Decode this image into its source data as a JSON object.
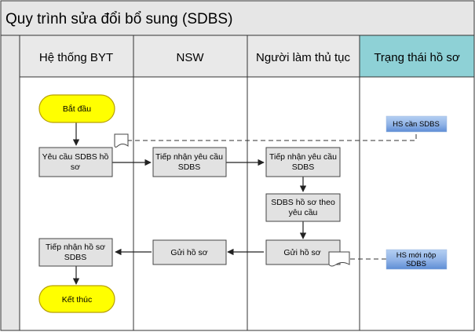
{
  "title": "Quy trình sửa đổi bổ sung (SDBS)",
  "lanes": [
    {
      "label": "Hệ thống BYT"
    },
    {
      "label": "NSW"
    },
    {
      "label": "Người làm thủ tục"
    },
    {
      "label": "Trạng thái hồ sơ"
    }
  ],
  "nodes": {
    "start": "Bắt đầu",
    "request_l1": "Yêu cầu SDBS hồ",
    "request_l2": "sơ",
    "nsw_receive_l1": "Tiếp nhận yêu cầu",
    "nsw_receive_l2": "SDBS",
    "user_receive_l1": "Tiếp nhận yêu cầu",
    "user_receive_l2": "SDBS",
    "amend_l1": "SDBS hồ sơ theo",
    "amend_l2": "yêu cầu",
    "user_send": "Gửi hồ sơ",
    "nsw_send": "Gửi hồ sơ",
    "byt_receive_l1": "Tiếp nhận hồ sơ",
    "byt_receive_l2": "SDBS",
    "end": "Kết thúc"
  },
  "statuses": {
    "needs_sdbs": "HS cần SDBS",
    "new_l1": "HS mới nộp",
    "new_l2": "SDBS"
  },
  "colors": {
    "terminator_fill": "#ffff00",
    "terminator_stroke": "#b8a000",
    "process_fill": "#e2e2e2",
    "lane_header_fill": "#e9e9e9",
    "status_header_fill": "#8ed1d6",
    "status_chip_top": "#a8c6ee",
    "status_chip_bottom": "#5e8dd5",
    "line": "#222222"
  }
}
